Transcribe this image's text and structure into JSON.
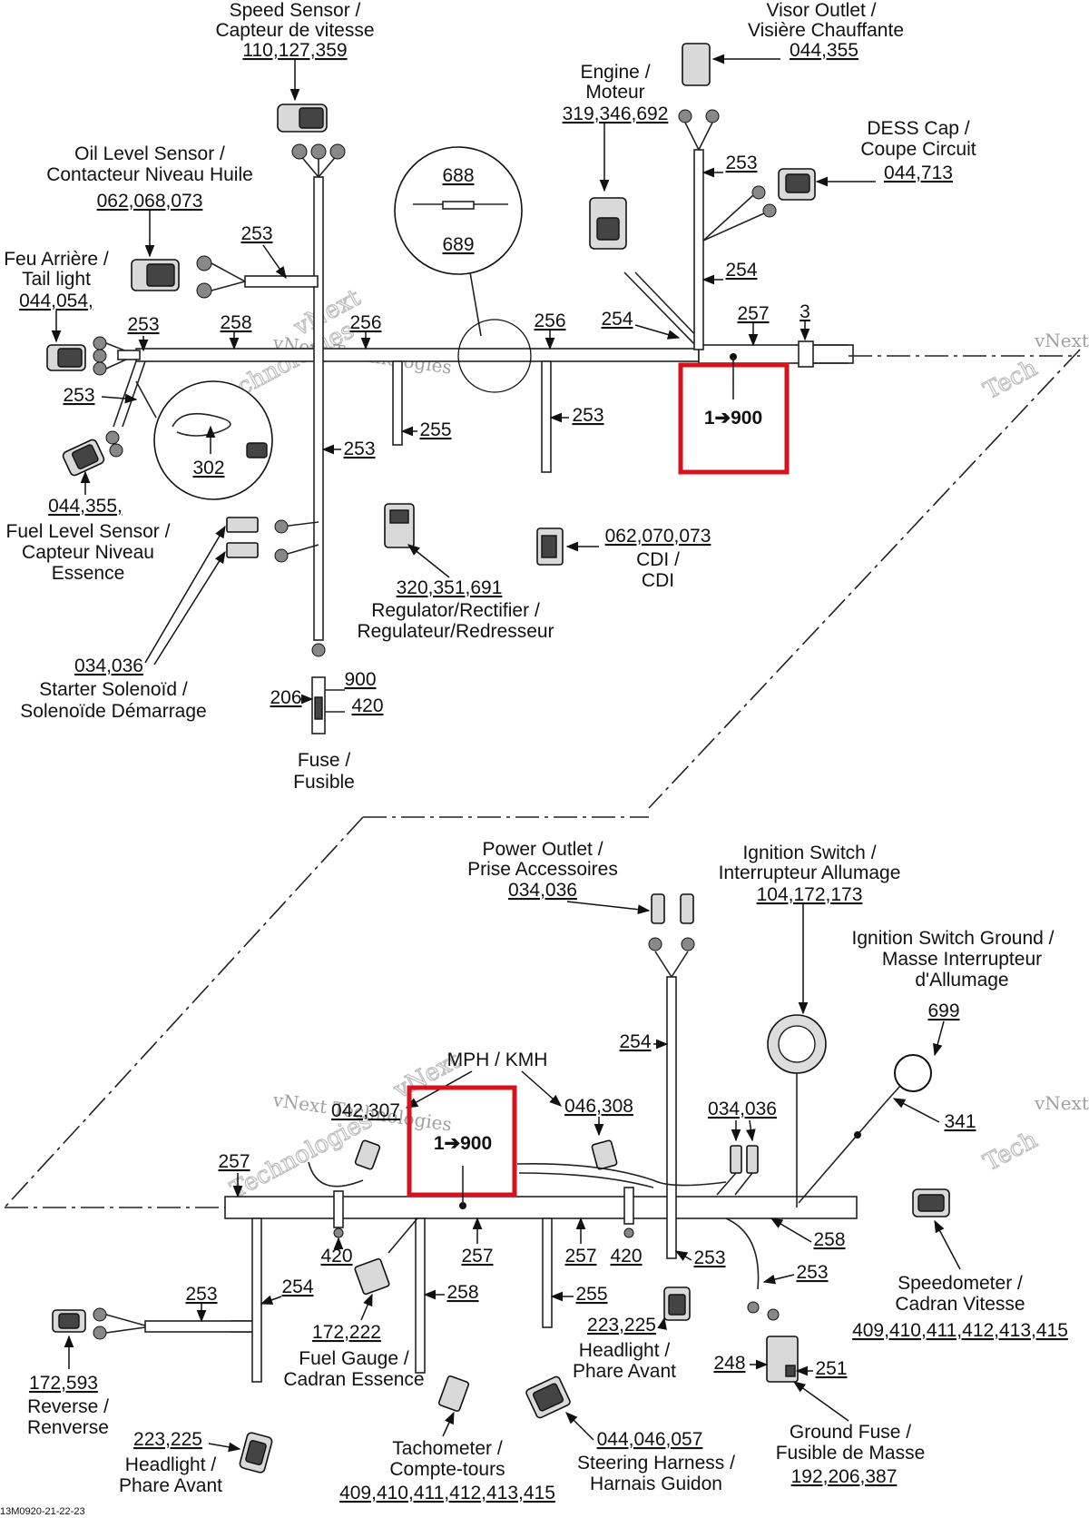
{
  "diagram": {
    "top": {
      "speed_sensor": {
        "title1": "Speed Sensor /",
        "title2": "Capteur de vitesse",
        "refs": "110,127,359"
      },
      "visor_outlet": {
        "title1": "Visor Outlet /",
        "title2": "Visière Chauffante",
        "refs": "044,355"
      },
      "engine": {
        "title1": "Engine /",
        "title2": "Moteur",
        "refs": "319,346,692"
      },
      "dess_cap": {
        "title1": "DESS Cap /",
        "title2": "Coupe Circuit",
        "refs": "044,713"
      },
      "oil_level": {
        "title1": "Oil Level Sensor /",
        "title2": "Contacteur Niveau Huile",
        "refs": "062,068,073"
      },
      "tail_light": {
        "title1": "Feu Arrière /",
        "title2": "Tail light",
        "refs": "044,054,"
      },
      "fuel_level": {
        "refs": "044,355,",
        "title1": "Fuel Level Sensor /",
        "title2": "Capteur Niveau",
        "title3": "Essence"
      },
      "starter": {
        "refs": "034,036",
        "title1": "Starter Solenoïd /",
        "title2": "Solenoïde Démarrage"
      },
      "fuse": {
        "title1": "Fuse /",
        "title2": "Fusible",
        "r206": "206",
        "r900": "900",
        "r420": "420"
      },
      "regulator": {
        "refs": "320,351,691",
        "title1": "Regulator/Rectifier /",
        "title2": "Regulateur/Redresseur"
      },
      "cdi": {
        "refs": "062,070,073",
        "title1": "CDI /",
        "title2": "CDI"
      },
      "detail_688": "688",
      "detail_689": "689",
      "detail_302": "302",
      "wire_labels": {
        "w253a": "253",
        "w258": "258",
        "w256a": "256",
        "w256b": "256",
        "w254": "254",
        "w257": "257",
        "w3": "3",
        "w253b": "253",
        "w253c": "253",
        "w255": "255",
        "w253d": "253",
        "w253e": "253",
        "w253f": "253",
        "w254b": "254"
      },
      "highlight": "1➔900"
    },
    "bottom": {
      "power_outlet": {
        "title1": "Power Outlet /",
        "title2": "Prise Accessoires",
        "refs": "034,036"
      },
      "ignition_switch": {
        "title1": "Ignition Switch /",
        "title2": "Interrupteur Allumage",
        "refs": "104,172,173"
      },
      "ignition_ground": {
        "title1": "Ignition Switch Ground /",
        "title2": "Masse Interrupteur",
        "title3": "d'Allumage",
        "refs": "699",
        "r341": "341"
      },
      "mph_kmh": "MPH / KMH",
      "left_refs": "042,307",
      "right_refs": "046,308",
      "right_034": "034,036",
      "highlight": "1➔900",
      "speedometer": {
        "title1": "Speedometer /",
        "title2": "Cadran Vitesse",
        "refs": "409,410,411,412,413,415"
      },
      "fuel_gauge": {
        "refs": "172,222",
        "title1": "Fuel Gauge /",
        "title2": "Cadran Essence"
      },
      "reverse": {
        "refs": "172,593",
        "title1": "Reverse /",
        "title2": "Renverse"
      },
      "headlight_left": {
        "refs": "223,225",
        "title1": "Headlight /",
        "title2": "Phare Avant"
      },
      "tachometer": {
        "title1": "Tachometer /",
        "title2": "Compte-tours",
        "refs": "409,410,411,412,413,415"
      },
      "steering": {
        "refs": "044,046,057",
        "title1": "Steering Harness /",
        "title2": "Harnais Guidon"
      },
      "headlight_right": {
        "refs": "223,225",
        "title1": "Headlight /",
        "title2": "Phare Avant"
      },
      "ground_fuse": {
        "title1": "Ground Fuse /",
        "title2": "Fusible de Masse",
        "refs": "192,206,387",
        "r248": "248",
        "r251": "251"
      },
      "wire_labels": {
        "w257a": "257",
        "w254": "254",
        "w420a": "420",
        "w257b": "257",
        "w257c": "257",
        "w420b": "420",
        "w253a": "253",
        "w258a": "258",
        "w253b": "253",
        "w253c": "253",
        "w254b": "254",
        "w258b": "258",
        "w255": "255"
      }
    },
    "figure_code": "13M0920-21-22-23",
    "watermark": {
      "brand": "vNext",
      "word": "Technologies",
      "short": "Tech"
    }
  }
}
